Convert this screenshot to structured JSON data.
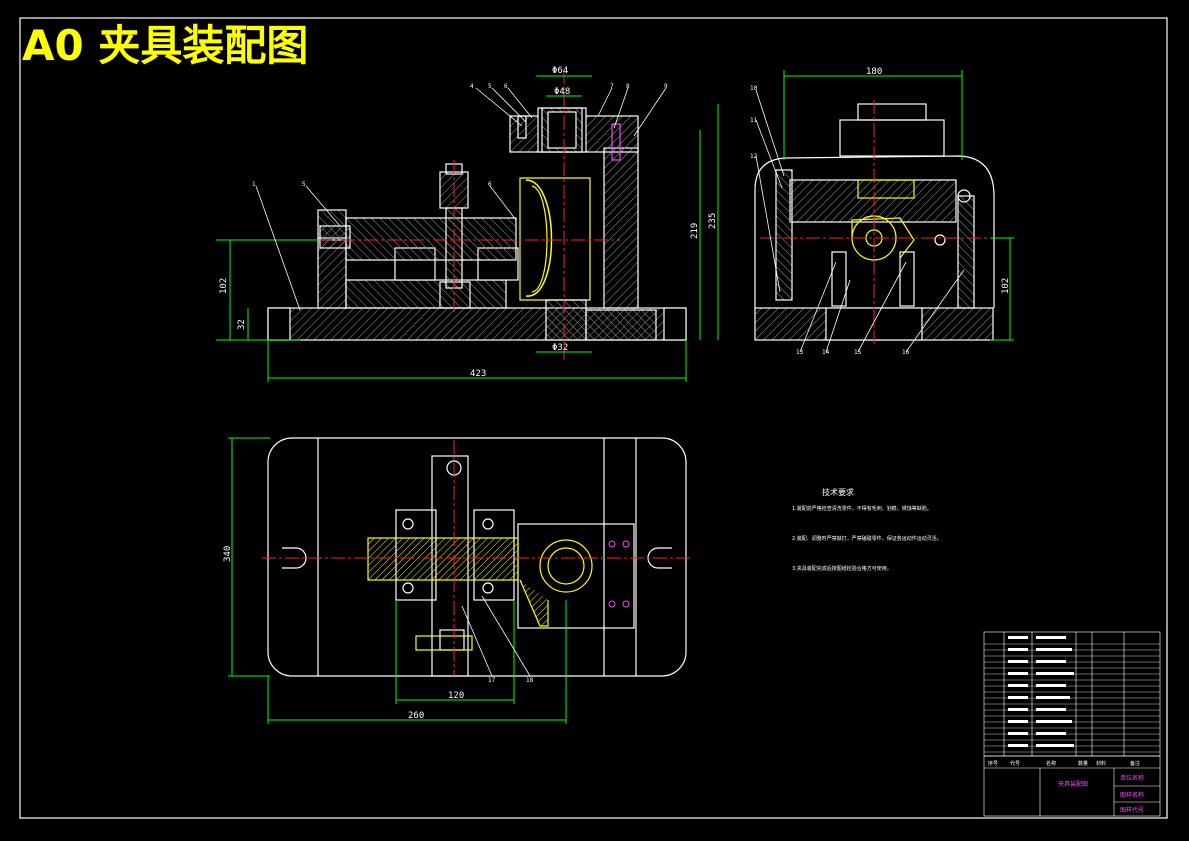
{
  "title": "A0 夹具装配图",
  "colors": {
    "background": "#000000",
    "outline": "#ffffff",
    "hatch": "#6e7a6e",
    "dimension": "#00ff00",
    "centerline": "#ff2020",
    "yellow": "#ffff00",
    "magenta": "#ff40ff",
    "cyan": "#00ffff"
  },
  "front_view": {
    "dims": {
      "length": "423",
      "height_total": "235",
      "height_upper": "219",
      "height_base": "102",
      "base_thick": "32",
      "top_width": "Φ64",
      "top_inner": "Φ48",
      "bottom_bore": "Φ32"
    },
    "balloons": [
      "4",
      "5",
      "6",
      "7",
      "8",
      "9",
      "1",
      "5",
      "6"
    ]
  },
  "side_view": {
    "dims": {
      "width": "180",
      "height": "102"
    },
    "balloons": [
      "10",
      "11",
      "12",
      "13",
      "14",
      "15",
      "16"
    ]
  },
  "top_view": {
    "dims": {
      "width": "260",
      "depth": "340",
      "spacing": "120"
    },
    "balloons": [
      "17",
      "18"
    ]
  },
  "tech_req": {
    "heading": "技术要求",
    "items": [
      "1.装配前严格检查清洗零件，不得有毛刺、划痕、锈蚀等缺陷。",
      "2.装配、调整时严禁敲打，严禁磕碰零件，保证各运动件运动灵活。",
      "3.夹具装配完成后按图纸检验合格方可使用。"
    ]
  },
  "title_block": {
    "drawing_name": "夹具装配图",
    "labels": [
      "序号",
      "代号",
      "名称",
      "数量",
      "材料",
      "备注"
    ],
    "right_labels": [
      "单位名称",
      "图样名称",
      "图样代号"
    ]
  }
}
